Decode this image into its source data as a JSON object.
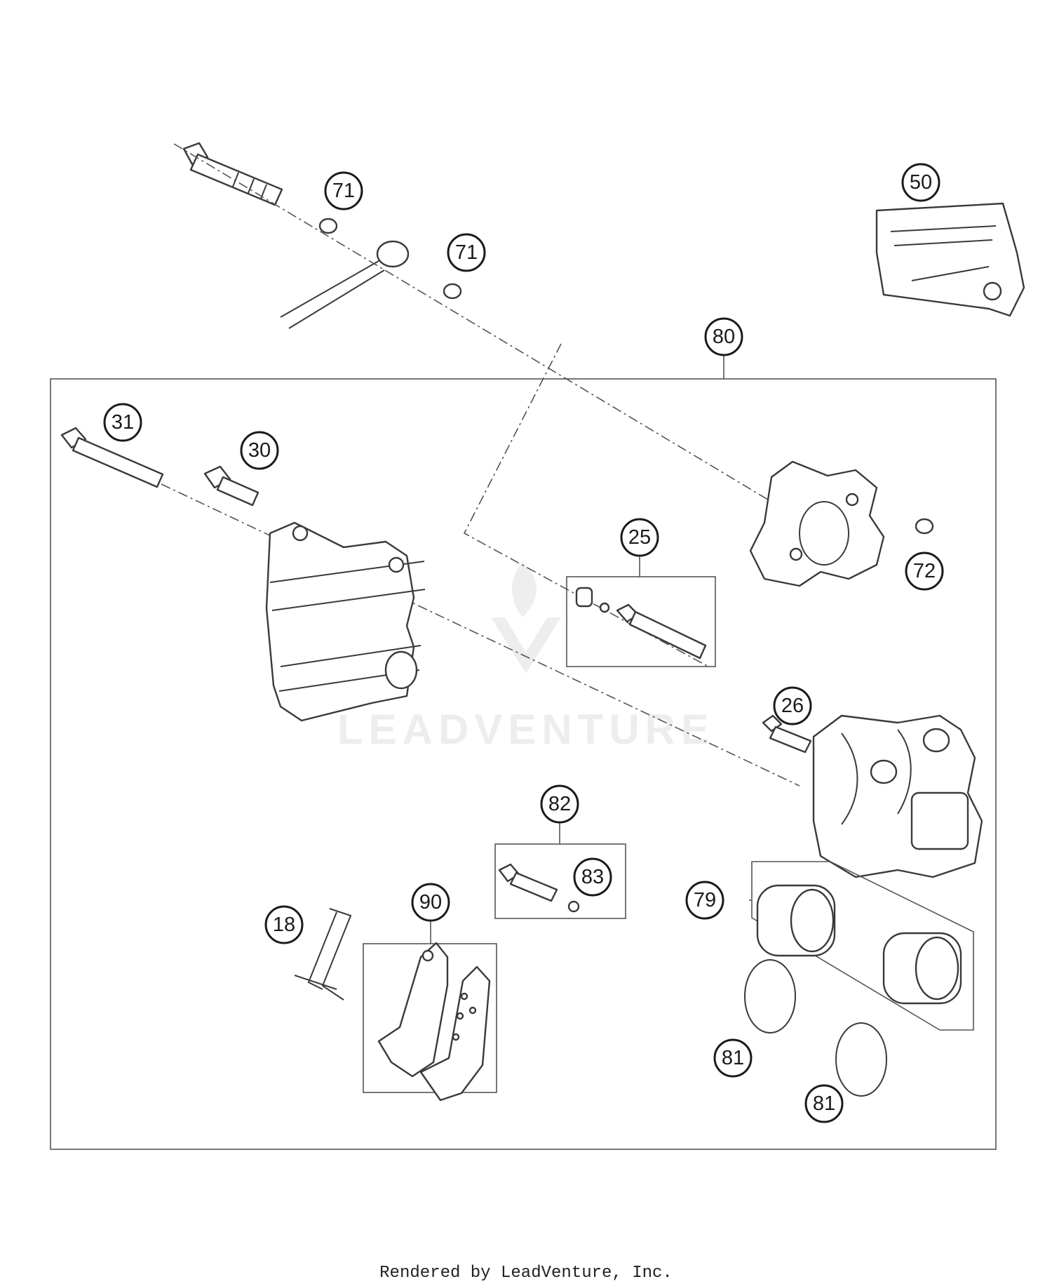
{
  "diagram": {
    "watermark": "LEADVENTURE",
    "footer": "Rendered by LeadVenture, Inc.",
    "callouts": [
      {
        "id": "71a",
        "label": "71"
      },
      {
        "id": "71b",
        "label": "71"
      },
      {
        "id": "50",
        "label": "50"
      },
      {
        "id": "80",
        "label": "80"
      },
      {
        "id": "31",
        "label": "31"
      },
      {
        "id": "30",
        "label": "30"
      },
      {
        "id": "25",
        "label": "25"
      },
      {
        "id": "72",
        "label": "72"
      },
      {
        "id": "26",
        "label": "26"
      },
      {
        "id": "82",
        "label": "82"
      },
      {
        "id": "83",
        "label": "83"
      },
      {
        "id": "79",
        "label": "79"
      },
      {
        "id": "90",
        "label": "90"
      },
      {
        "id": "18",
        "label": "18"
      },
      {
        "id": "81a",
        "label": "81"
      },
      {
        "id": "81b",
        "label": "81"
      }
    ]
  }
}
